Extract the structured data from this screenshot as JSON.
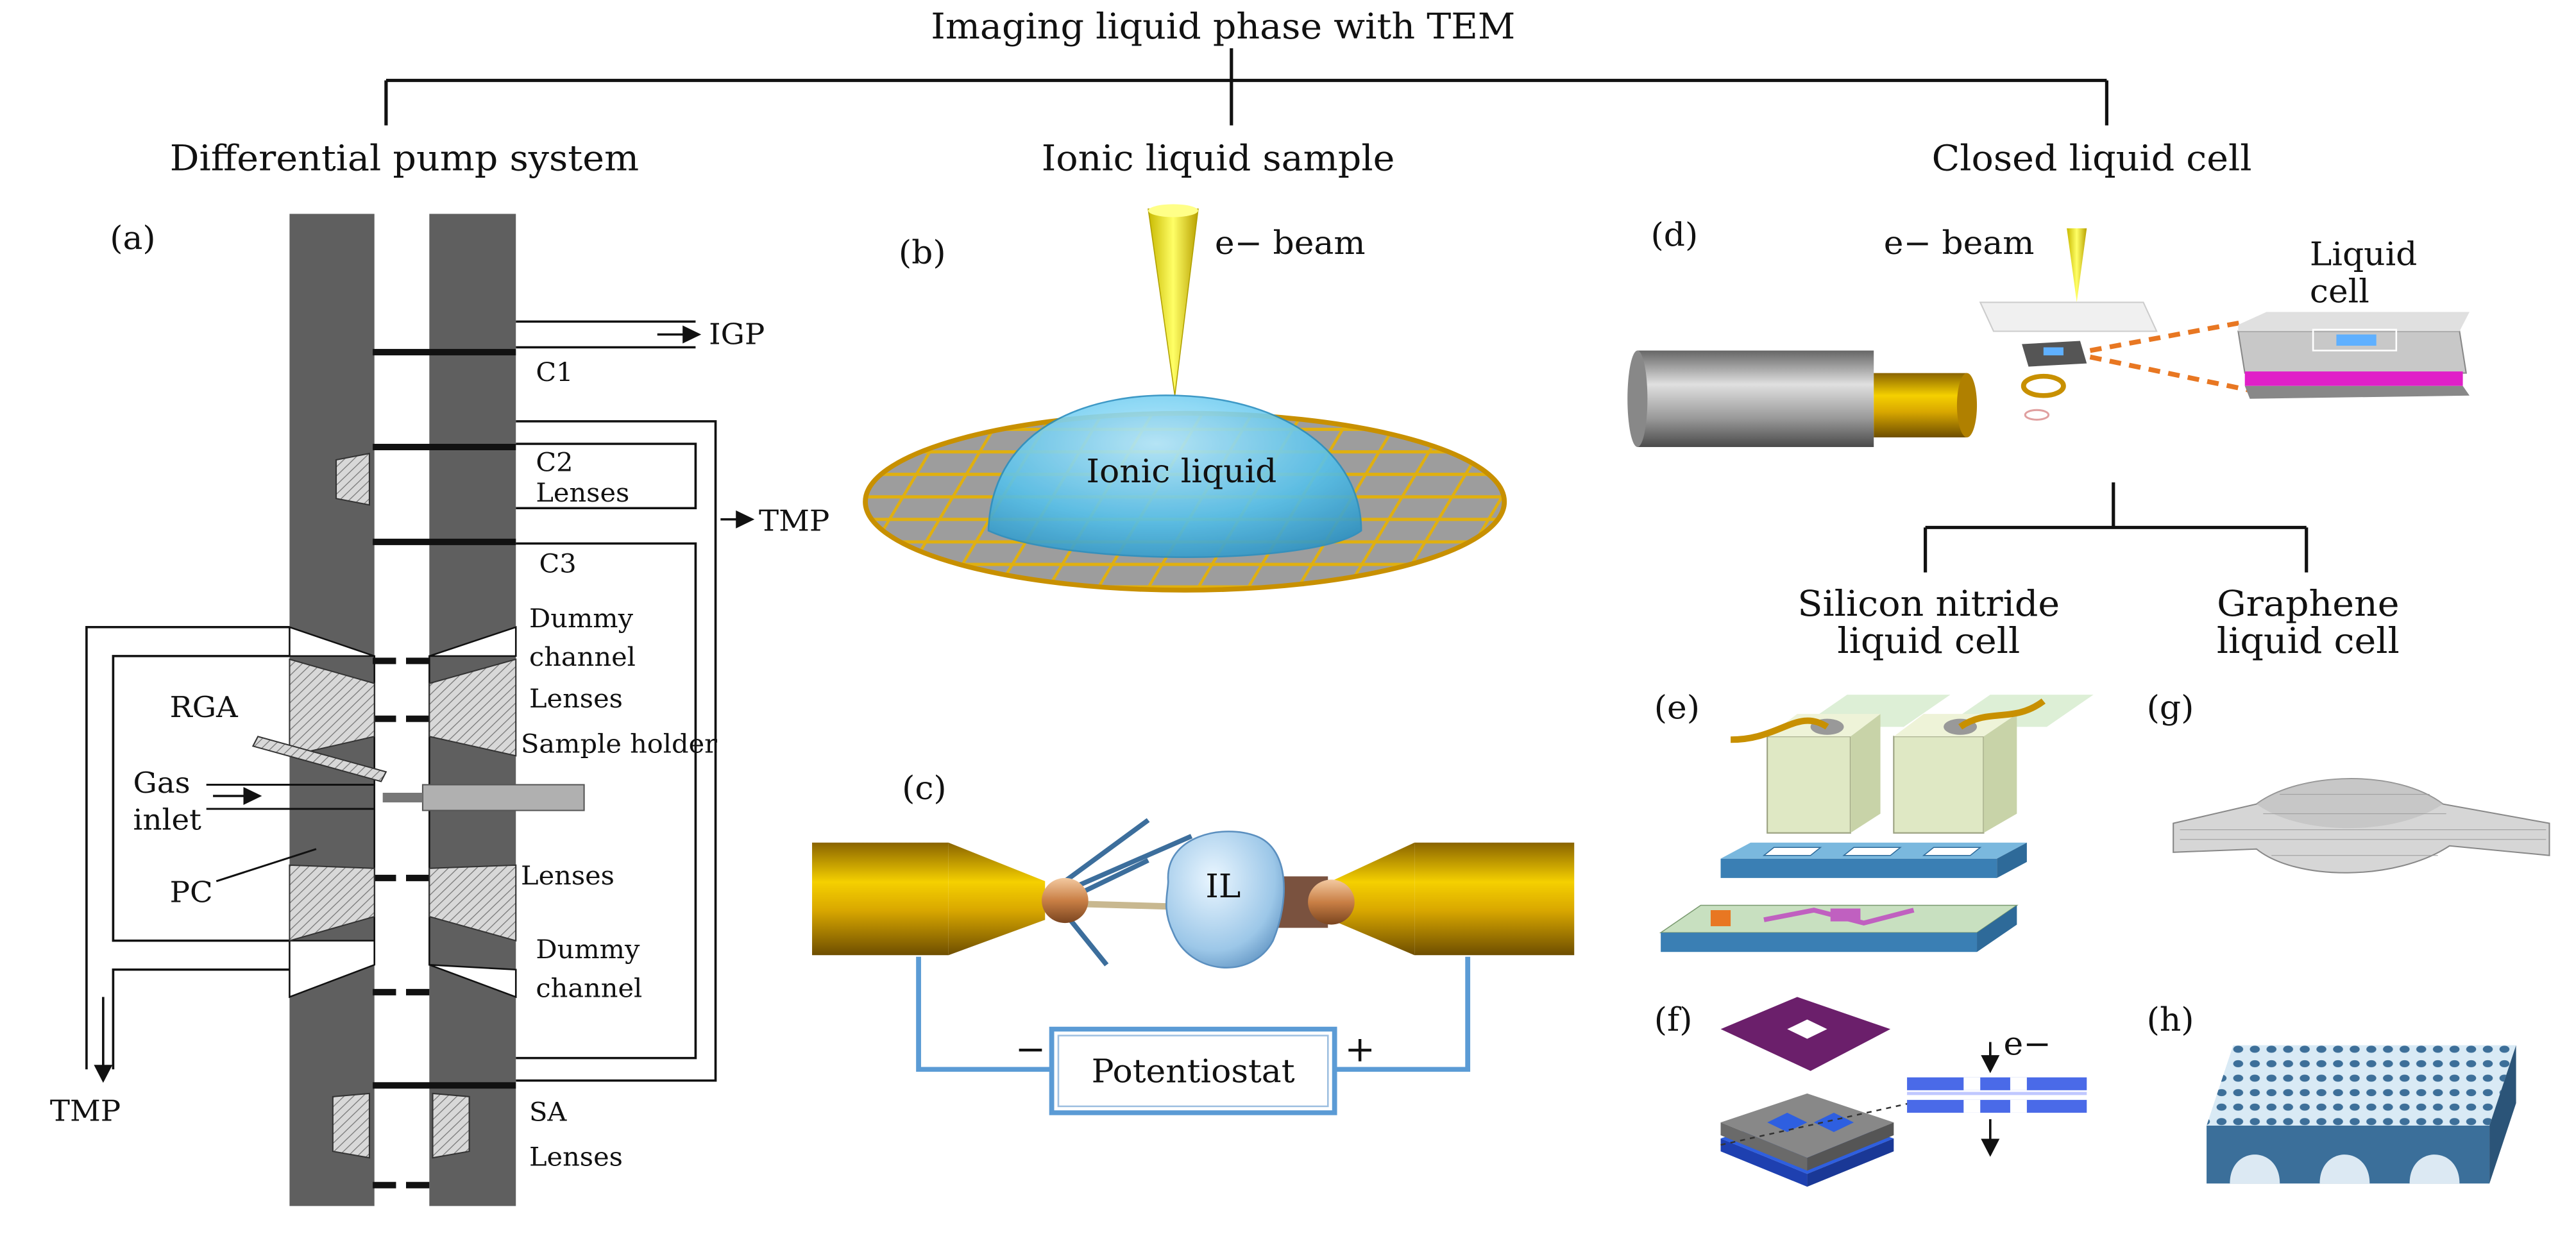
{
  "title": "Imaging liquid phase with TEM",
  "branches": {
    "left": "Differential pump system",
    "middle": "Ionic liquid sample",
    "right": "Closed liquid cell"
  },
  "sub_branches": {
    "sin": [
      "Silicon nitride",
      "liquid cell"
    ],
    "graphene": [
      "Graphene",
      "liquid cell"
    ]
  },
  "panel_labels": [
    "(a)",
    "(b)",
    "(c)",
    "(d)",
    "(e)",
    "(f)",
    "(g)",
    "(h)"
  ],
  "panel_a": {
    "igp": "IGP",
    "tmp_right": "TMP",
    "tmp_left": "TMP",
    "c1": "C1",
    "c2": "C2",
    "lenses_1": "Lenses",
    "c3": "C3",
    "dummy_channel_top": [
      "Dummy",
      "channel"
    ],
    "lenses_2": "Lenses",
    "sample_holder": "Sample holder",
    "rga": "RGA",
    "gas_inlet": [
      "Gas",
      "inlet"
    ],
    "pc": "PC",
    "lenses_3": "Lenses",
    "dummy_channel_bottom": [
      "Dummy",
      "channel"
    ],
    "sa": "SA",
    "lenses_4": "Lenses"
  },
  "panel_b": {
    "ebeam": "e− beam",
    "ionic_liquid": "Ionic liquid"
  },
  "panel_c": {
    "il": "IL",
    "potentiostat": "Potentiostat",
    "minus": "−",
    "plus": "+"
  },
  "panel_d": {
    "ebeam": "e− beam",
    "liquid_cell": [
      "Liquid",
      "cell"
    ]
  },
  "panel_f": {
    "electron": "e−"
  },
  "colors": {
    "column_gray": "#5f5f5f",
    "gold": "#d9a800",
    "liquid_blue": "#63c8ec",
    "magenta": "#e020c8",
    "wire_blue": "#5b9bd5",
    "slab_blue": "#5aa9d6",
    "purple": "#6b1f6b",
    "orange": "#e87722"
  }
}
